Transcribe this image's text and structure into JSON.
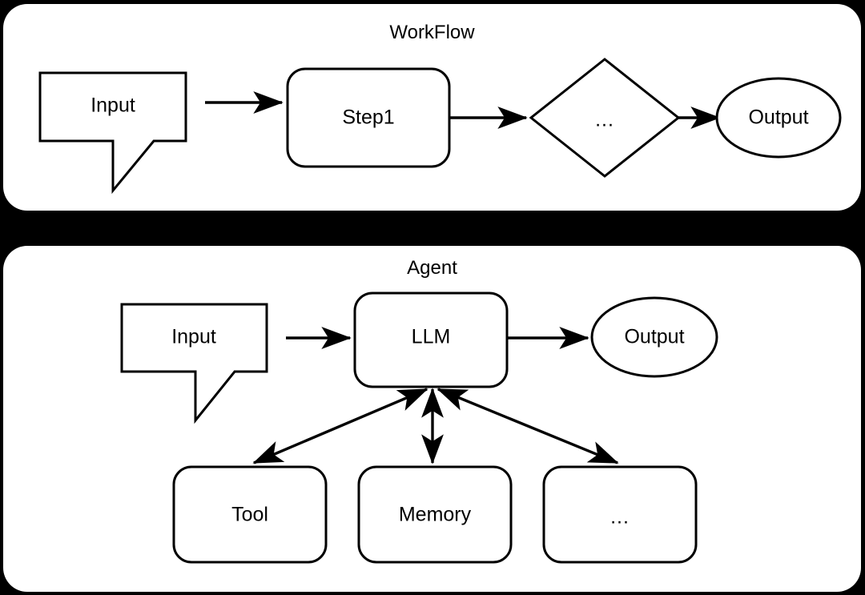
{
  "panels": [
    {
      "id": "workflow",
      "title": "WorkFlow",
      "nodes": [
        {
          "name": "input",
          "label": "Input",
          "shape": "callout"
        },
        {
          "name": "step1",
          "label": "Step1",
          "shape": "rounded-rect"
        },
        {
          "name": "decision",
          "label": "...",
          "shape": "diamond"
        },
        {
          "name": "output",
          "label": "Output",
          "shape": "ellipse"
        }
      ],
      "edges": [
        {
          "from": "input",
          "to": "step1",
          "type": "arrow"
        },
        {
          "from": "step1",
          "to": "decision",
          "type": "arrow"
        },
        {
          "from": "decision",
          "to": "output",
          "type": "arrow"
        }
      ]
    },
    {
      "id": "agent",
      "title": "Agent",
      "nodes": [
        {
          "name": "input",
          "label": "Input",
          "shape": "callout"
        },
        {
          "name": "llm",
          "label": "LLM",
          "shape": "rounded-rect"
        },
        {
          "name": "output",
          "label": "Output",
          "shape": "ellipse"
        },
        {
          "name": "tool",
          "label": "Tool",
          "shape": "rounded-rect"
        },
        {
          "name": "memory",
          "label": "Memory",
          "shape": "rounded-rect"
        },
        {
          "name": "more",
          "label": "...",
          "shape": "rounded-rect"
        }
      ],
      "edges": [
        {
          "from": "input",
          "to": "llm",
          "type": "arrow"
        },
        {
          "from": "llm",
          "to": "output",
          "type": "arrow"
        },
        {
          "from": "llm",
          "to": "tool",
          "type": "double-arrow"
        },
        {
          "from": "llm",
          "to": "memory",
          "type": "double-arrow"
        },
        {
          "from": "llm",
          "to": "more",
          "type": "double-arrow"
        }
      ]
    }
  ],
  "colors": {
    "background": "#000000",
    "panel": "#ffffff",
    "stroke": "#000000",
    "text": "#000000"
  }
}
